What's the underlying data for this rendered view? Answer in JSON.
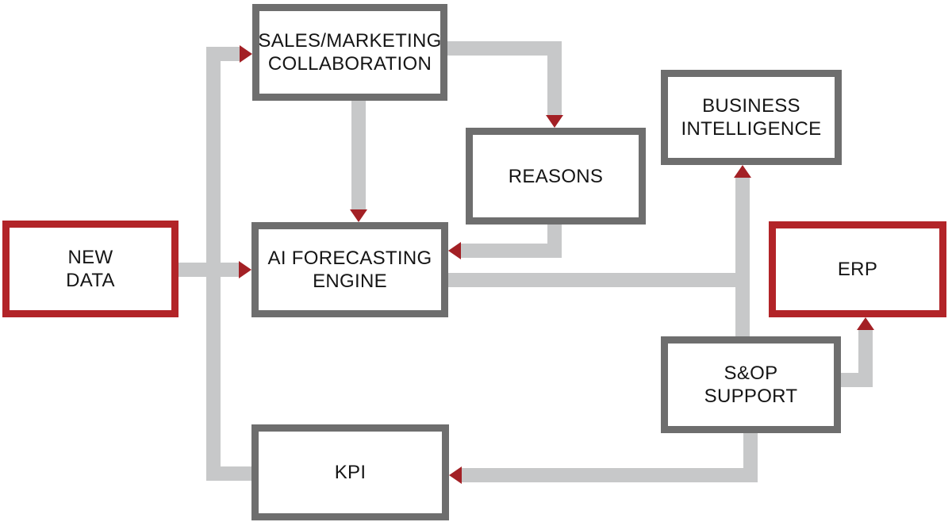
{
  "diagram": {
    "nodes": {
      "new_data": {
        "label": "NEW\nDATA",
        "style": "red"
      },
      "sales_marketing": {
        "label": "SALES/MARKETING\nCOLLABORATION",
        "style": "gray"
      },
      "reasons": {
        "label": "REASONS",
        "style": "gray"
      },
      "ai_engine": {
        "label": "AI FORECASTING\nENGINE",
        "style": "gray"
      },
      "business_intelligence": {
        "label": "BUSINESS\nINTELLIGENCE",
        "style": "gray"
      },
      "erp": {
        "label": "ERP",
        "style": "red"
      },
      "sop_support": {
        "label": "S&OP\nSUPPORT",
        "style": "gray"
      },
      "kpi": {
        "label": "KPI",
        "style": "gray"
      }
    },
    "edges": [
      {
        "from": "new_data",
        "to": "sales_marketing",
        "arrowhead": true
      },
      {
        "from": "new_data",
        "to": "ai_engine",
        "arrowhead": true
      },
      {
        "from": "new_data",
        "to": "kpi",
        "arrowhead": false
      },
      {
        "from": "sales_marketing",
        "to": "ai_engine",
        "arrowhead": true
      },
      {
        "from": "sales_marketing",
        "to": "reasons",
        "arrowhead": true
      },
      {
        "from": "reasons",
        "to": "ai_engine",
        "arrowhead": true
      },
      {
        "from": "ai_engine",
        "to": "business_intelligence",
        "arrowhead": true
      },
      {
        "from": "ai_engine",
        "to": "sop_support",
        "arrowhead": false
      },
      {
        "from": "sop_support",
        "to": "erp",
        "arrowhead": true
      },
      {
        "from": "sop_support",
        "to": "kpi",
        "arrowhead": true
      }
    ]
  },
  "colors": {
    "background": "#FFFFFF",
    "node_border_gray": "#6E6E6E",
    "node_border_red": "#B22428",
    "connector_gray": "#C7C8C9",
    "arrow_red": "#A32025",
    "text": "#151515"
  }
}
